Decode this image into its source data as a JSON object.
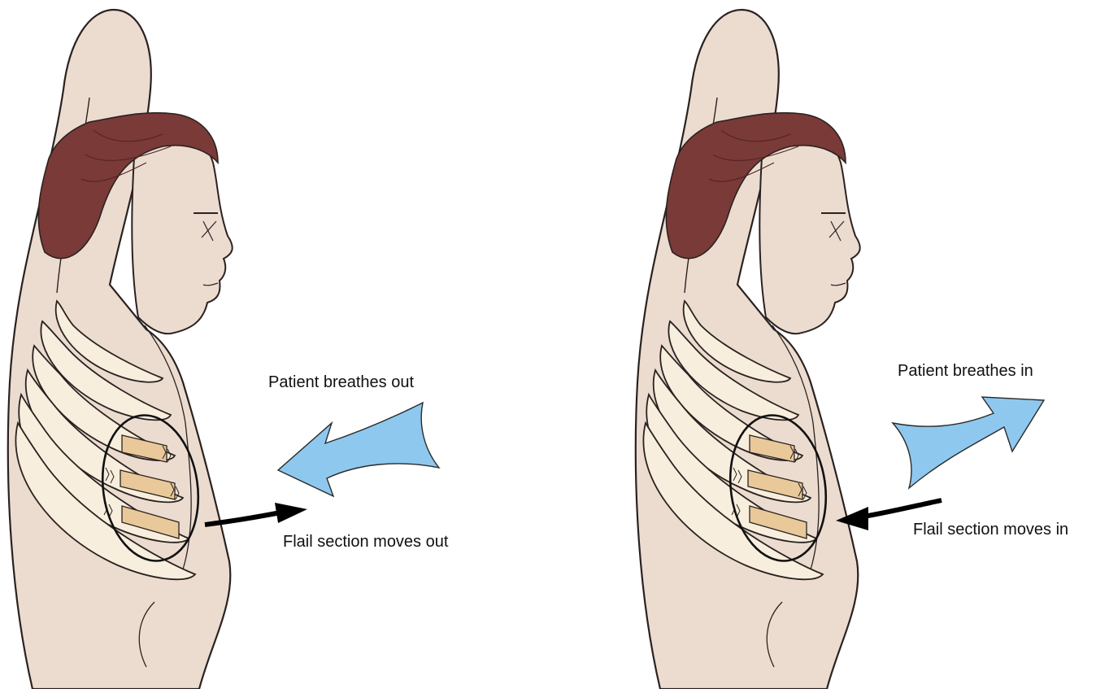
{
  "panels": [
    {
      "id": "exhale",
      "breath_label": "Patient breathes out",
      "flail_label": "Flail section moves out"
    },
    {
      "id": "inhale",
      "breath_label": "Patient breathes in",
      "flail_label": "Flail section moves in"
    }
  ],
  "colors": {
    "skin": "#ecdcd0",
    "skin_outline": "#2a2220",
    "hair": "#7a3a38",
    "rib": "#f8eedd",
    "rib_fracture": "#e9c89a",
    "air_arrow": "#8fc8ee",
    "flail_arrow": "#000000",
    "circle": "#111111"
  }
}
